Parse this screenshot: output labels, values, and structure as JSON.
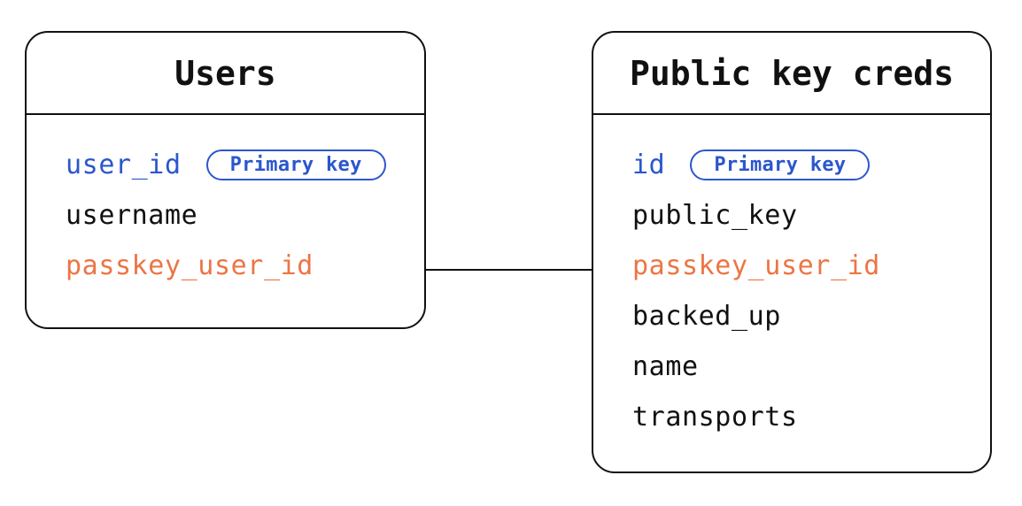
{
  "diagram": {
    "tables": [
      {
        "title": "Users",
        "fields": [
          {
            "name": "user_id",
            "badge": "Primary key"
          },
          {
            "name": "username"
          },
          {
            "name": "passkey_user_id"
          }
        ]
      },
      {
        "title": "Public key creds",
        "fields": [
          {
            "name": "id",
            "badge": "Primary key"
          },
          {
            "name": "public_key"
          },
          {
            "name": "passkey_user_id"
          },
          {
            "name": "backed_up"
          },
          {
            "name": "name"
          },
          {
            "name": "transports"
          }
        ]
      }
    ],
    "relationship": {
      "from": "Users.passkey_user_id",
      "to": "Public key creds.passkey_user_id"
    },
    "colors": {
      "primary_key_blue": "#2b57cd",
      "foreign_key_orange": "#ec7544",
      "line_black": "#111111",
      "background": "#ffffff"
    }
  }
}
